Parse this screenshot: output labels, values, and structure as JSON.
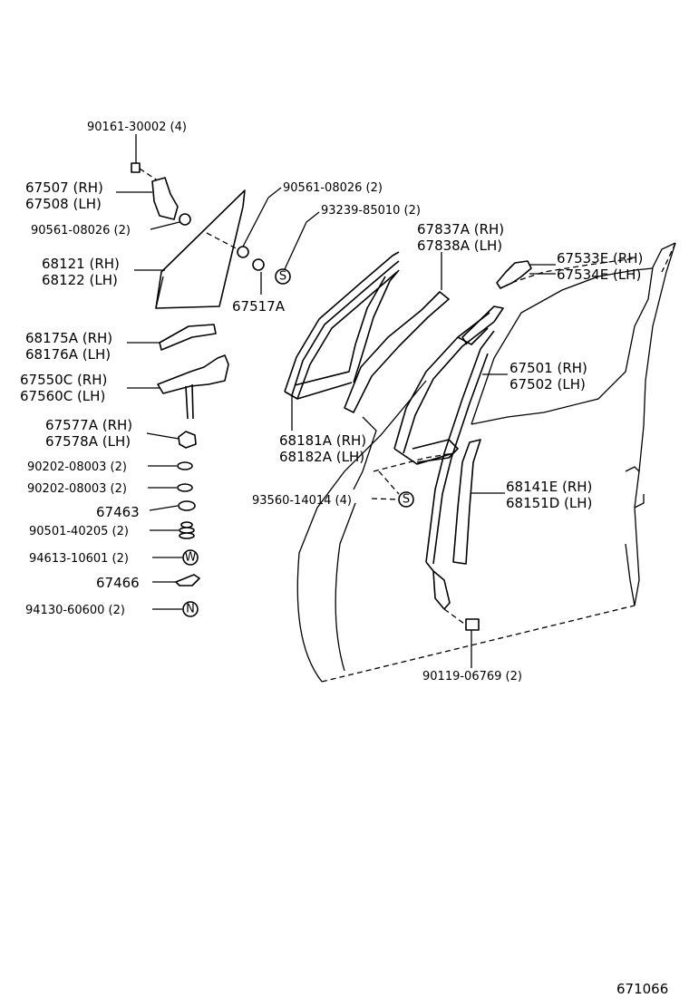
{
  "labels": {
    "p90161_30002": "90161-30002 (4)",
    "p67507": "67507 (RH)",
    "p67508": "67508 (LH)",
    "p90561_left": "90561-08026 (2)",
    "p68121": "68121 (RH)",
    "p68122": "68122 (LH)",
    "p90561_top": "90561-08026 (2)",
    "p93239": "93239-85010 (2)",
    "p67517A": "67517A",
    "p67837A": "67837A (RH)",
    "p67838A": "67838A (LH)",
    "p67533E": "67533E (RH)",
    "p67534E": "67534E (LH)",
    "p68175A": "68175A (RH)",
    "p68176A": "68176A (LH)",
    "p67550C": "67550C (RH)",
    "p67560C": "67560C (LH)",
    "p67501": "67501 (RH)",
    "p67502": "67502 (LH)",
    "p67577A": "67577A (RH)",
    "p67578A": "67578A (LH)",
    "p68181A": "68181A (RH)",
    "p68182A": "68182A (LH)",
    "p90202_a": "90202-08003 (2)",
    "p90202_b": "90202-08003 (2)",
    "p68141E": "68141E (RH)",
    "p68151D": "68151D (LH)",
    "p93560": "93560-14014 (4)",
    "p67463": "67463",
    "p90501": "90501-40205 (2)",
    "p94613": "94613-10601 (2)",
    "p67466": "67466",
    "p94130": "94130-60600 (2)",
    "p90119": "90119-06769 (2)"
  },
  "symbols": {
    "s": "S",
    "w": "W",
    "n": "N"
  },
  "sheet_number": "671066"
}
